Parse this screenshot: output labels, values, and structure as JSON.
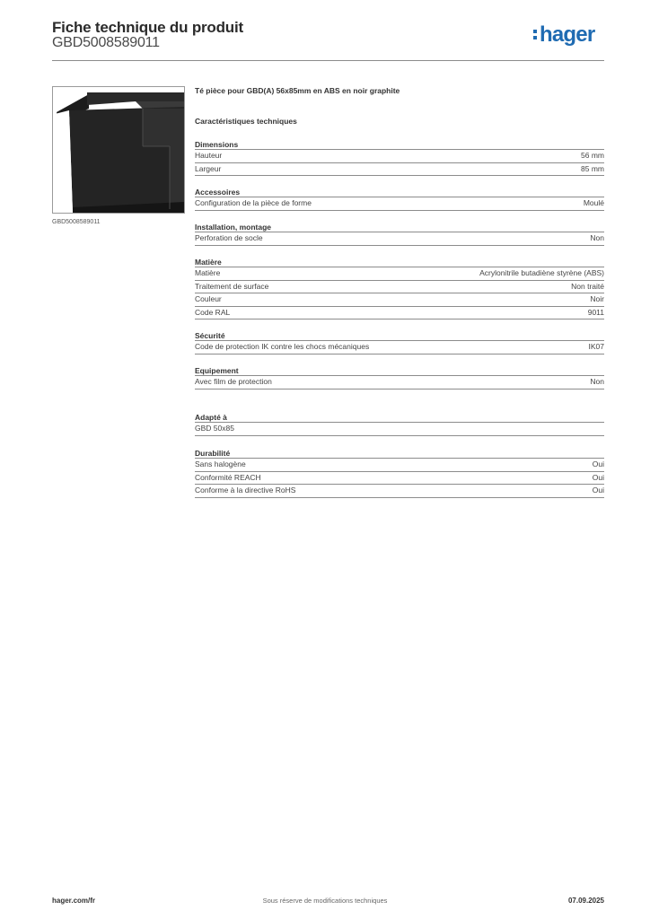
{
  "header": {
    "title": "Fiche technique du produit",
    "reference": "GBD5008589011",
    "logo": "hager",
    "logo_color": "#1f6bb2"
  },
  "product": {
    "image_caption": "GBD5008589011",
    "description": "Té pièce pour GBD(A) 56x85mm en ABS en noir graphite",
    "specs_heading": "Caractéristiques techniques"
  },
  "sections": [
    {
      "title": "Dimensions",
      "rows": [
        {
          "label": "Hauteur",
          "value": "56 mm"
        },
        {
          "label": "Largeur",
          "value": "85 mm"
        }
      ]
    },
    {
      "title": "Accessoires",
      "rows": [
        {
          "label": "Configuration de la pièce de forme",
          "value": "Moulé"
        }
      ]
    },
    {
      "title": "Installation, montage",
      "rows": [
        {
          "label": "Perforation de socle",
          "value": "Non"
        }
      ]
    },
    {
      "title": "Matière",
      "rows": [
        {
          "label": "Matière",
          "value": "Acrylonitrile butadiène styrène (ABS)"
        },
        {
          "label": "Traitement de surface",
          "value": "Non traité"
        },
        {
          "label": "Couleur",
          "value": "Noir"
        },
        {
          "label": "Code RAL",
          "value": "9011"
        }
      ]
    },
    {
      "title": "Sécurité",
      "rows": [
        {
          "label": "Code de protection IK contre les chocs mécaniques",
          "value": "IK07"
        }
      ]
    },
    {
      "title": "Equipement",
      "rows": [
        {
          "label": "Avec film de protection",
          "value": "Non"
        }
      ]
    },
    {
      "title": "Adapté à",
      "rows": [
        {
          "label": "GBD 50x85",
          "value": ""
        }
      ]
    },
    {
      "title": "Durabilité",
      "rows": [
        {
          "label": "Sans halogène",
          "value": "Oui"
        },
        {
          "label": "Conformité REACH",
          "value": "Oui"
        },
        {
          "label": "Conforme à la directive RoHS",
          "value": "Oui"
        }
      ]
    }
  ],
  "footer": {
    "website": "hager.com/fr",
    "notice": "Sous réserve de modifications techniques",
    "date": "07.09.2025"
  }
}
